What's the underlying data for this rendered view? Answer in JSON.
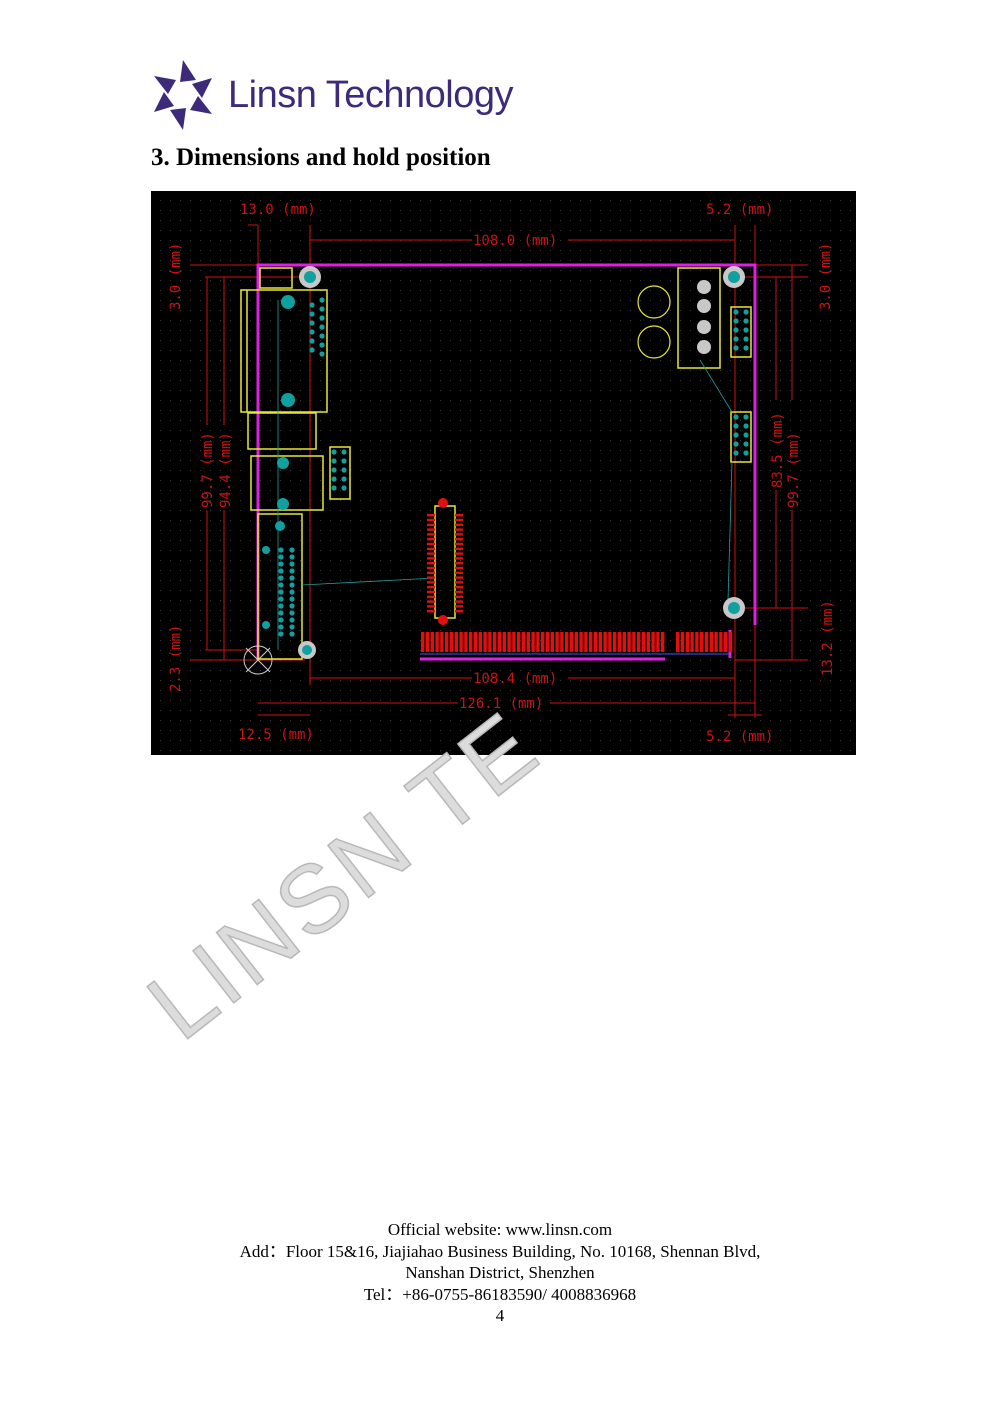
{
  "header": {
    "logo_text": "Linsn Technology"
  },
  "section_title": "3. Dimensions and hold position",
  "diagram": {
    "colors": {
      "background": "#000000",
      "dimension": "#d01010",
      "board_outline": "#e020e0",
      "silkscreen": "#e8e830",
      "pads": "#10a0a0",
      "connector": "#e01010"
    },
    "dimensions": {
      "top_left": "13.0 (mm)",
      "top_right": "5.2 (mm)",
      "top_width": "108.0 (mm)",
      "left_top": "3.0 (mm)",
      "right_top": "3.0 (mm)",
      "left_height_outer": "99.7 (mm)",
      "left_height_inner": "94.4 (mm)",
      "right_height_inner": "83.5 (mm)",
      "right_height_outer": "99.7 (mm)",
      "left_bottom": "2.3 (mm)",
      "right_bottom": "13.2 (mm)",
      "bottom_width_inner": "108.4 (mm)",
      "bottom_width_outer": "126.1 (mm)",
      "bottom_left": "12.5 (mm)",
      "bottom_right": "5.2 (mm)"
    }
  },
  "watermark": "LINSN TE",
  "footer": {
    "website": "Official website: www.linsn.com",
    "address_line1": "Add：Floor 15&16, Jiajiahao Business Building, No. 10168, Shennan Blvd,",
    "address_line2": "Nanshan District, Shenzhen",
    "tel": "Tel：+86-0755-86183590/ 4008836968",
    "page_number": "4"
  }
}
